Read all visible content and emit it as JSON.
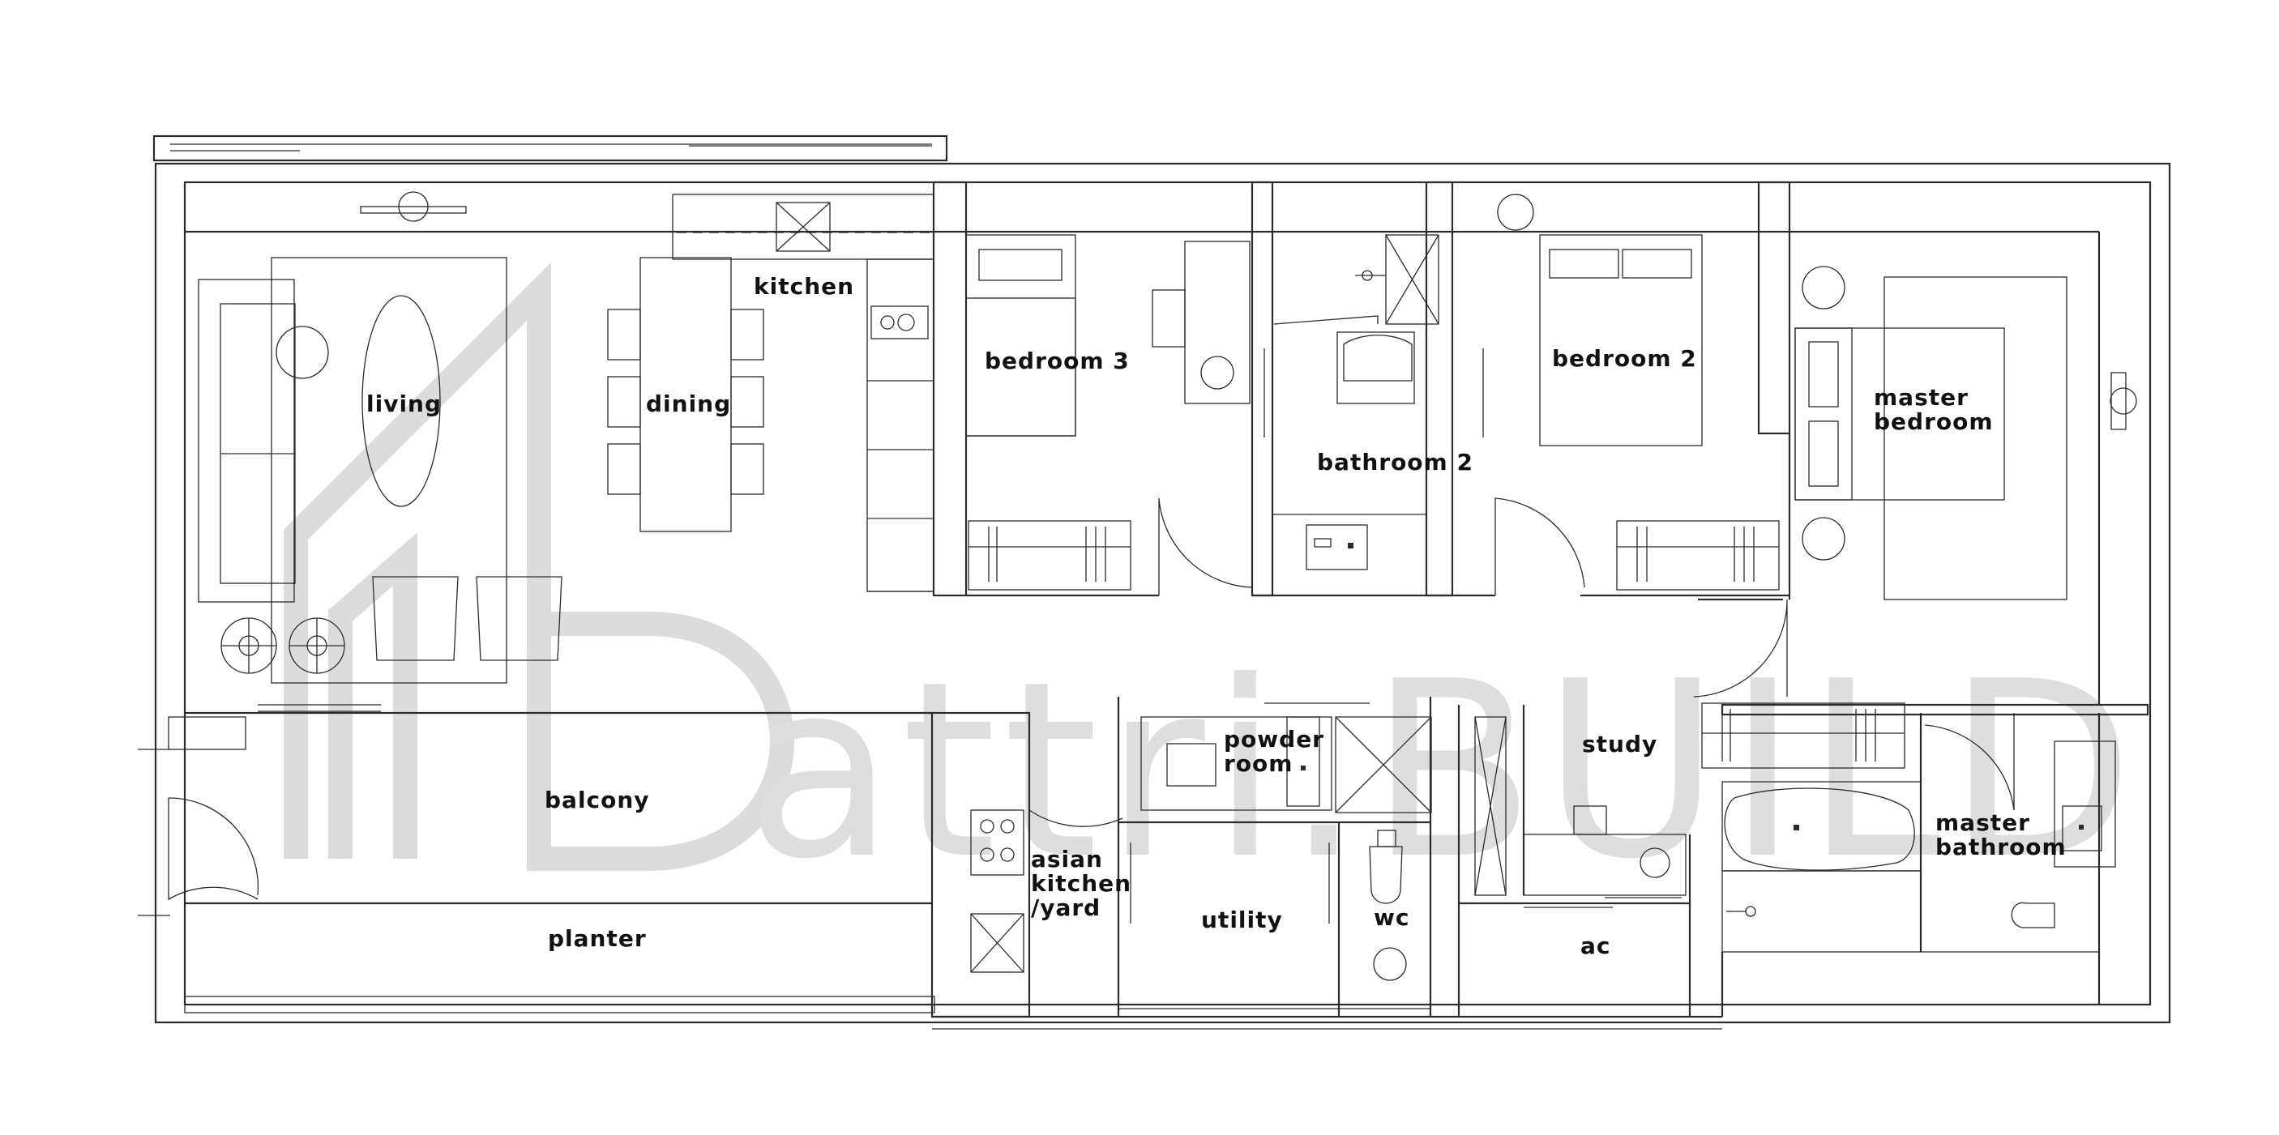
{
  "rooms": {
    "living": "living",
    "dining": "dining",
    "kitchen": "kitchen",
    "bedroom3": "bedroom 3",
    "bathroom2": "bathroom 2",
    "bedroom2": "bedroom 2",
    "master_bedroom_1": "master",
    "master_bedroom_2": "bedroom",
    "balcony": "balcony",
    "planter": "planter",
    "powder_room_1": "powder",
    "powder_room_2": "room",
    "study": "study",
    "asian_kitchen_1": "asian",
    "asian_kitchen_2": "kitchen",
    "asian_kitchen_3": "/yard",
    "utility": "utility",
    "wc": "wc",
    "ac": "ac",
    "master_bathroom_1": "master",
    "master_bathroom_2": "bathroom"
  },
  "watermark": {
    "text": "attri.BUILD"
  },
  "colors": {
    "line": "#2b2b2b",
    "watermark": "#dcdcdc",
    "background": "#ffffff"
  }
}
